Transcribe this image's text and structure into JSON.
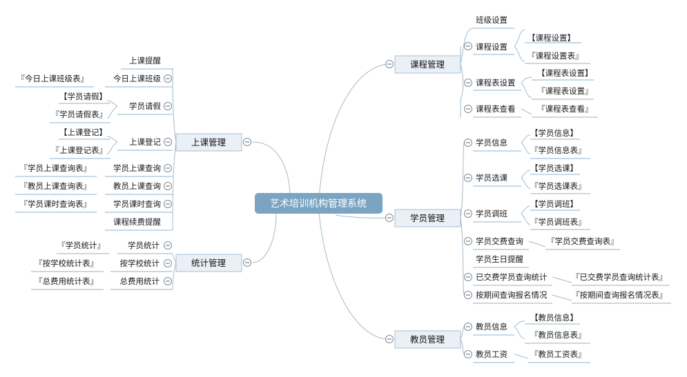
{
  "root": "艺术培训机构管理系统",
  "left": {
    "shangke": {
      "label": "上课管理",
      "items": {
        "tixing": "上课提醒",
        "jinri": "今日上课班级",
        "jinri_1": "『今日上课班级表』",
        "qingjia": "学员请假",
        "qingjia_1": "【学员请假】",
        "qingjia_2": "『学员请假表』",
        "dengji": "上课登记",
        "dengji_1": "【上课登记】",
        "dengji_2": "『上课登记表』",
        "xycx": "学员上课查询",
        "xycx_1": "『学员上课查询表』",
        "jycx": "教员上课查询",
        "jycx_1": "『教员上课查询表』",
        "kscx": "学员课时查询",
        "kscx_1": "『学员课时查询表』",
        "xufei": "课程续费提醒"
      }
    },
    "tongji": {
      "label": "统计管理",
      "items": {
        "xytj": "学员统计",
        "xytj_1": "『学员统计』",
        "xxtj": "按学校统计",
        "xxtj_1": "『按学校统计表』",
        "zfy": "总费用统计",
        "zfy_1": "『总费用统计表』"
      }
    }
  },
  "right": {
    "kecheng": {
      "label": "课程管理",
      "items": {
        "banji": "班级设置",
        "kcsz": "课程设置",
        "kcsz_1": "【课程设置】",
        "kcsz_2": "『课程设置表』",
        "kbsz": "课程表设置",
        "kbsz_1": "【课程表设置】",
        "kbsz_2": "『课程表设置』",
        "kbck": "课程表查看",
        "kbck_1": "『课程表查看』"
      }
    },
    "xueyuan": {
      "label": "学员管理",
      "items": {
        "xinxi": "学员信息",
        "xinxi_1": "【学员信息】",
        "xinxi_2": "『学员信息表』",
        "xuanke": "学员选课",
        "xuanke_1": "【学员选课】",
        "xuanke_2": "『学员选课表』",
        "tiaoban": "学员调班",
        "tiaoban_1": "【学员调班】",
        "tiaoban_2": "『学员调班表』",
        "jiaofei": "学员交费查询",
        "jiaofei_1": "『学员交费查询表』",
        "shengri": "学员生日提醒",
        "yjf": "已交费学员查询统计",
        "yjf_1": "『已交费学员查询统计表』",
        "qijian": "按期间查询报名情况",
        "qijian_1": "『按期间查询报名情况表』"
      }
    },
    "jiaoyuan": {
      "label": "教员管理",
      "items": {
        "xinxi": "教员信息",
        "xinxi_1": "【教员信息】",
        "xinxi_2": "『教员信息表』",
        "gongzi": "教员工资",
        "gongzi_1": "『教员工资表』"
      }
    }
  }
}
